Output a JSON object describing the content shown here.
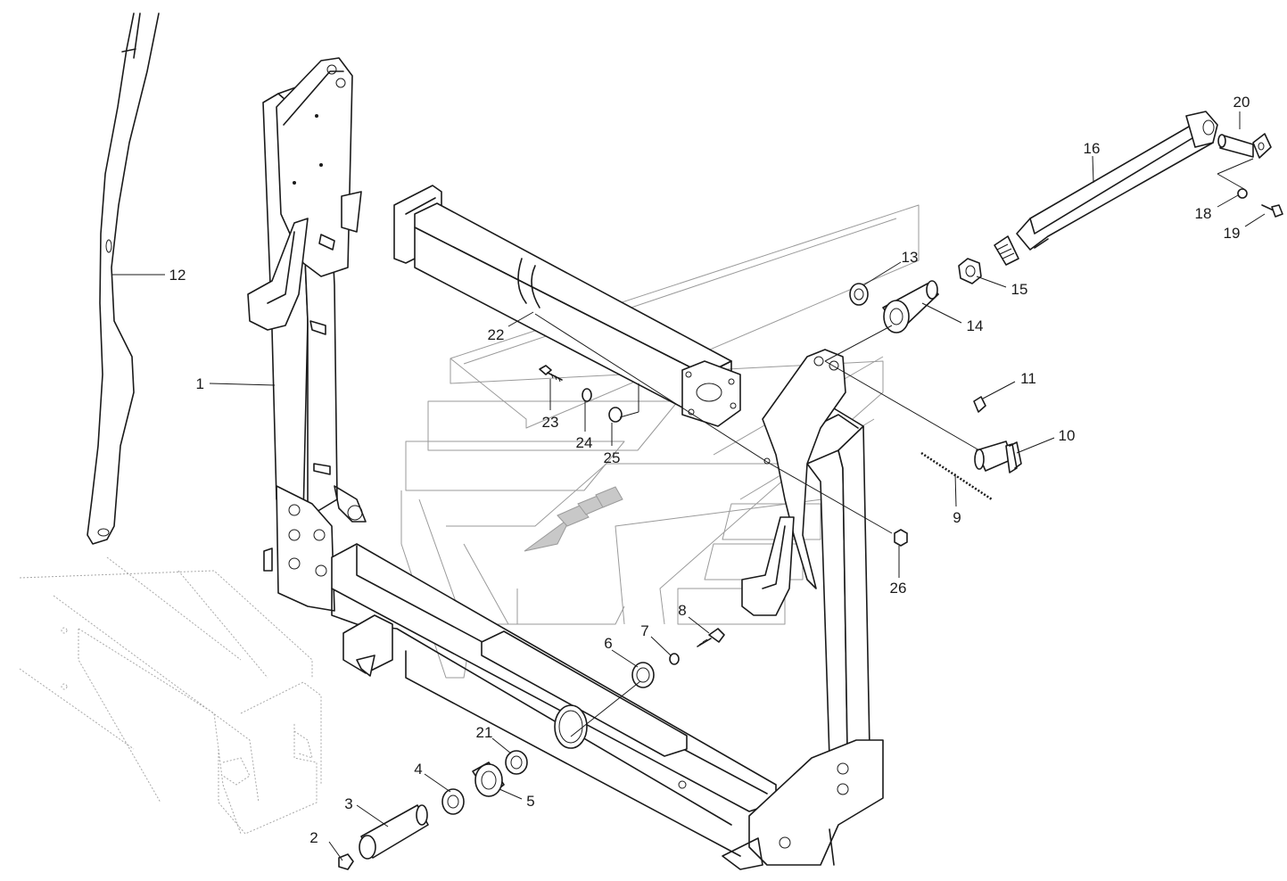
{
  "callouts": [
    {
      "id": "1",
      "label": "1"
    },
    {
      "id": "2",
      "label": "2"
    },
    {
      "id": "3",
      "label": "3"
    },
    {
      "id": "4",
      "label": "4"
    },
    {
      "id": "5",
      "label": "5"
    },
    {
      "id": "6",
      "label": "6"
    },
    {
      "id": "7",
      "label": "7"
    },
    {
      "id": "8",
      "label": "8"
    },
    {
      "id": "9",
      "label": "9"
    },
    {
      "id": "10",
      "label": "10"
    },
    {
      "id": "11",
      "label": "11"
    },
    {
      "id": "12",
      "label": "12"
    },
    {
      "id": "13",
      "label": "13"
    },
    {
      "id": "14",
      "label": "14"
    },
    {
      "id": "15",
      "label": "15"
    },
    {
      "id": "16",
      "label": "16"
    },
    {
      "id": "18",
      "label": "18"
    },
    {
      "id": "19",
      "label": "19"
    },
    {
      "id": "20",
      "label": "20"
    },
    {
      "id": "21",
      "label": "21"
    },
    {
      "id": "22",
      "label": "22"
    },
    {
      "id": "23",
      "label": "23"
    },
    {
      "id": "24",
      "label": "24"
    },
    {
      "id": "25",
      "label": "25"
    },
    {
      "id": "26",
      "label": "26"
    }
  ],
  "colors": {
    "line": "#1a1a1a",
    "watermark": "#9a9a9a",
    "background": "#ffffff"
  }
}
